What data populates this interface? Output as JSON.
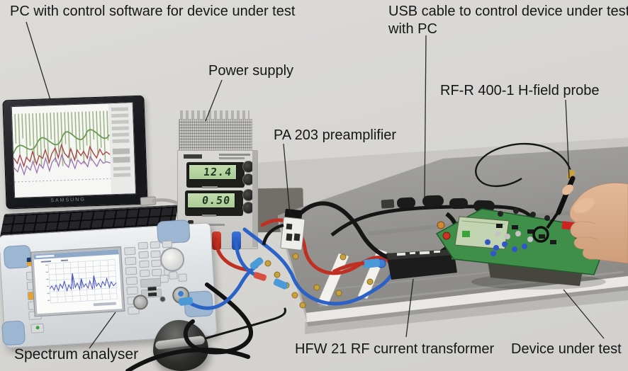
{
  "annotations": {
    "pc_label": "PC with control software for device under test",
    "usb_label": "USB cable to control device under test with PC",
    "power_supply_label": "Power supply",
    "preamp_label": "PA 203 preamplifier",
    "probe_label": "RF-R 400-1 H-field probe",
    "spectrum_label": "Spectrum analyser",
    "transformer_label": "HFW 21 RF current transformer",
    "dut_label": "Device under test"
  },
  "devices": {
    "laptop": {
      "brand": "SAMSUNG"
    },
    "power_supply": {
      "volts": "12.4",
      "amps": "0.50"
    }
  },
  "colors": {
    "cable_red": "#c03022",
    "cable_blue": "#2a62c8",
    "pcb_green": "#3f8f4b",
    "analyzer_bumper_blue": "#9db6d2",
    "lcd_green": "#b7d3a2",
    "ground_plane_grey": "#9a9996"
  }
}
